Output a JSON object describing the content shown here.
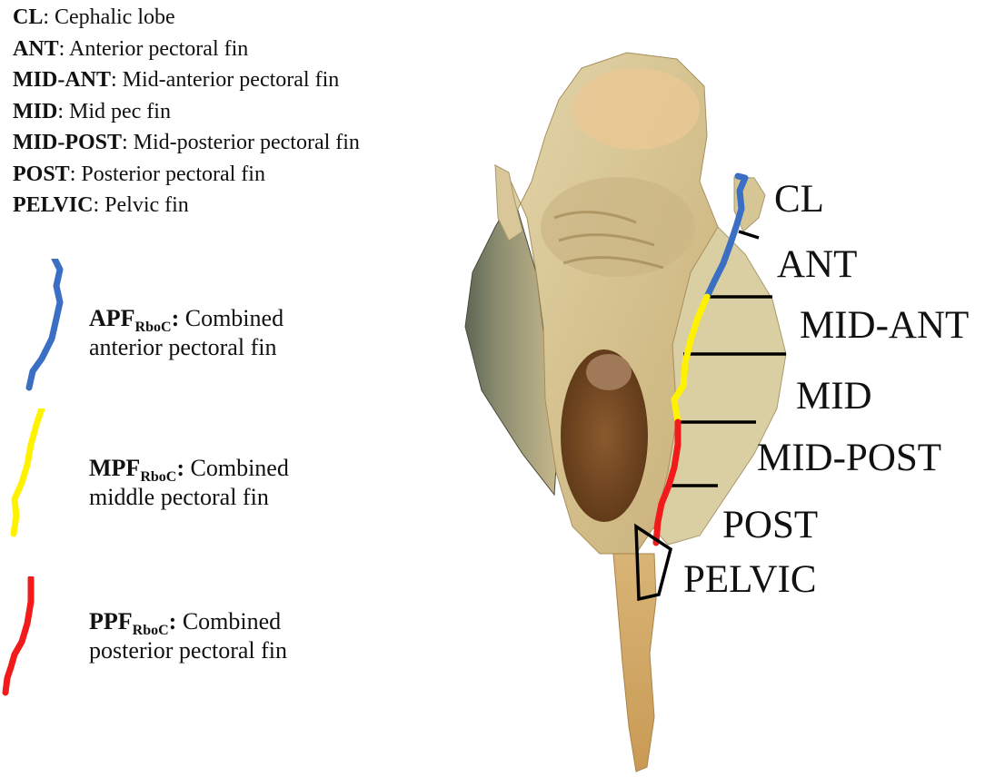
{
  "abbreviations": [
    {
      "code": "CL",
      "desc": ": Cephalic lobe"
    },
    {
      "code": "ANT",
      "desc": ": Anterior pectoral fin"
    },
    {
      "code": "MID-ANT",
      "desc": ": Mid-anterior pectoral fin"
    },
    {
      "code": "MID",
      "desc": ": Mid pec fin"
    },
    {
      "code": "MID-POST",
      "desc": ": Mid-posterior pectoral fin"
    },
    {
      "code": "POST",
      "desc": ": Posterior pectoral fin"
    },
    {
      "code": "PELVIC",
      "desc": ": Pelvic fin"
    }
  ],
  "key": [
    {
      "code": "APF",
      "sub": "RboC",
      "colon": ":",
      "line1": " Combined",
      "line2": "anterior pectoral fin",
      "color": "#3b6fc4"
    },
    {
      "code": "MPF",
      "sub": "RboC",
      "colon": ":",
      "line1": " Combined",
      "line2": "middle pectoral fin",
      "color": "#fff200"
    },
    {
      "code": "PPF",
      "sub": "RboC",
      "colon": ":",
      "line1": " Combined",
      "line2": "posterior pectoral fin",
      "color": "#f21b1b"
    }
  ],
  "region_labels": [
    "CL",
    "ANT",
    "MID-ANT",
    "MID",
    "MID-POST",
    "POST",
    "PELVIC"
  ],
  "colors": {
    "anterior": "#3b6fc4",
    "middle": "#fff200",
    "posterior": "#f21b1b",
    "boundary": "#000000",
    "specimen": "#d8c79b"
  }
}
